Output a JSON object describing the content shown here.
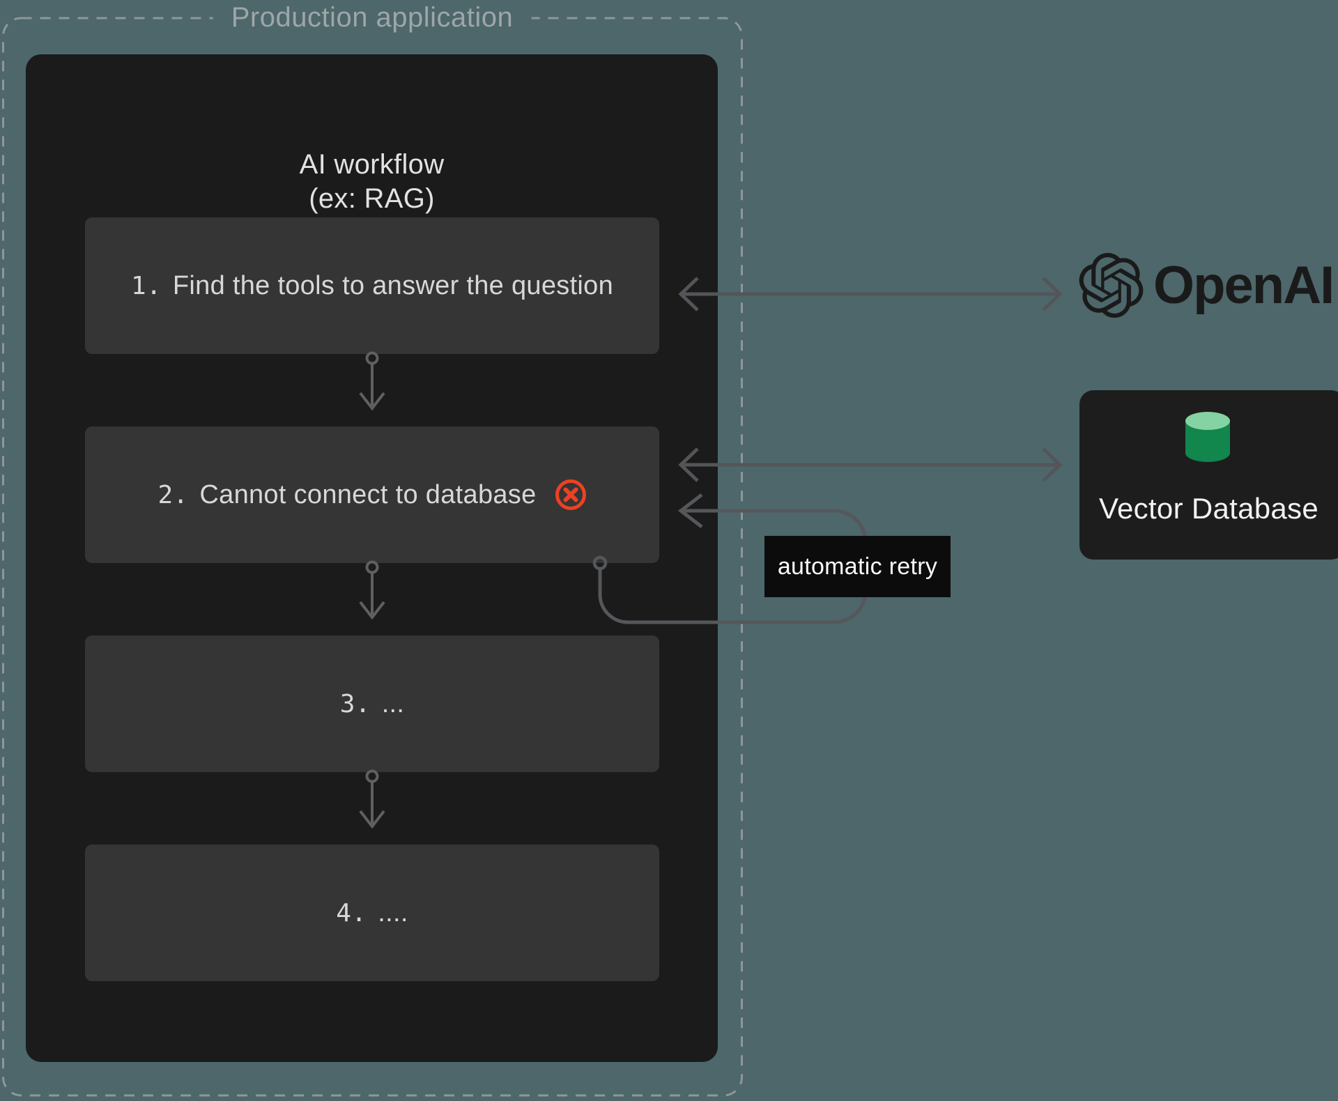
{
  "diagram": {
    "container_label": "Production application",
    "workflow": {
      "title_line1": "AI workflow",
      "title_line2": "(ex: RAG)",
      "steps": [
        {
          "number": "1.",
          "label": "Find the tools to answer the question"
        },
        {
          "number": "2.",
          "label": "Cannot connect to database",
          "status_icon": "error-circle-x-icon"
        },
        {
          "number": "3.",
          "label": "..."
        },
        {
          "number": "4.",
          "label": "...."
        }
      ]
    },
    "retry_label": "automatic retry",
    "services": {
      "openai": {
        "wordmark": "OpenAI",
        "icon": "openai-logo-icon"
      },
      "vector_db": {
        "label": "Vector Database",
        "icon": "database-cylinder-icon"
      }
    },
    "colors": {
      "background": "#4d676b",
      "dashed_border": "#8f9798",
      "panel": "#1b1b1b",
      "step_box": "#353535",
      "step_text": "#d8d8d8",
      "arrow": "#535558",
      "error_red": "#ee4123",
      "retry_bg": "#0c0c0c",
      "openai_dark": "#1a1a1a",
      "cylinder_top": "#85d3a2",
      "cylinder_body": "#11864d"
    }
  }
}
